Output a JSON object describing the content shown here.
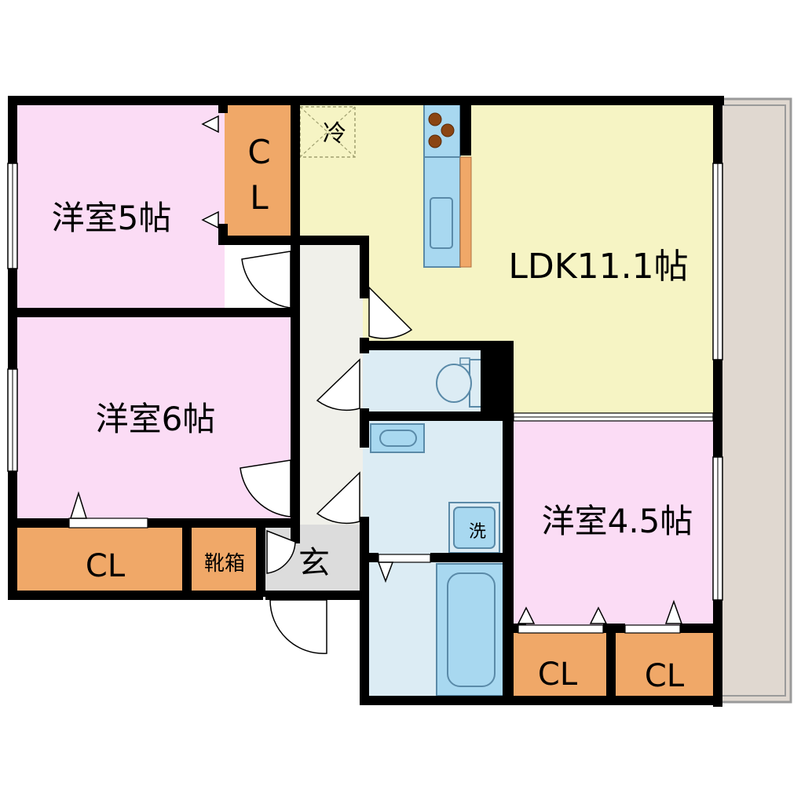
{
  "rooms": {
    "room_5": "洋室5帖",
    "room_6": "洋室6帖",
    "room_45": "洋室4.5帖",
    "ldk": "LDK11.1帖",
    "closet": "CL",
    "closet_vertical_top": "C",
    "closet_vertical_bottom": "L",
    "shoe_box": "靴箱",
    "entrance": "玄",
    "fridge": "冷",
    "washer": "洗"
  },
  "colors": {
    "wall": "#000000",
    "room_pink": "#fbdcf5",
    "ldk_yellow": "#f6f4c4",
    "hall_gray": "#f0f0ea",
    "closet_orange": "#f0a868",
    "water_blue": "#dcecf4",
    "fixture_blue": "#a8d8f0",
    "entrance_gray": "#dcdcdc",
    "balcony": "#e0d8d0"
  }
}
